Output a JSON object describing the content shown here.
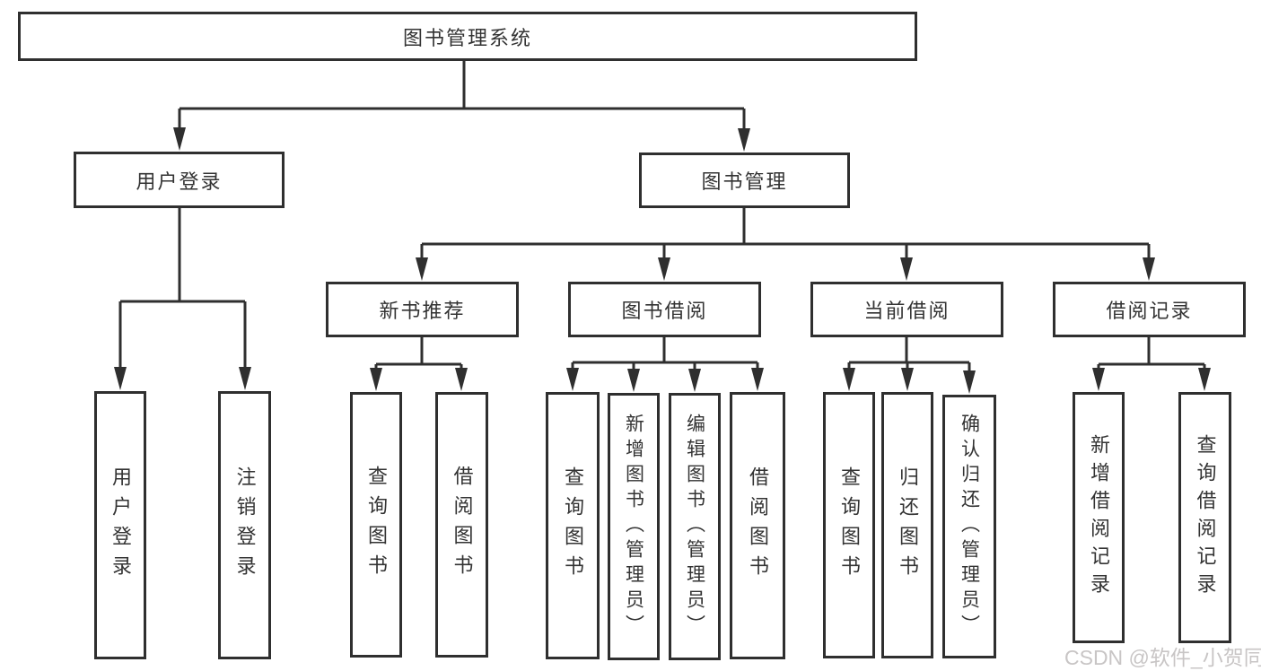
{
  "diagram": {
    "root": "图书管理系统",
    "login": {
      "label": "用户登录",
      "children": [
        "用户登录",
        "注销登录"
      ]
    },
    "mgmt": {
      "label": "图书管理",
      "groups": [
        {
          "label": "新书推荐",
          "children": [
            "查询图书",
            "借阅图书"
          ]
        },
        {
          "label": "图书借阅",
          "children": [
            "查询图书",
            "新增图书（管理员）",
            "编辑图书（管理员）",
            "借阅图书"
          ]
        },
        {
          "label": "当前借阅",
          "children": [
            "查询图书",
            "归还图书",
            "确认归还（管理员）"
          ]
        },
        {
          "label": "借阅记录",
          "children": [
            "新增借阅记录",
            "查询借阅记录"
          ]
        }
      ]
    }
  },
  "watermark": "CSDN @软件_小贺同学",
  "colors": {
    "line": "#2f2f2f",
    "border": "#2f2f2f",
    "text": "#333333",
    "watermark": "#c8c5c5",
    "background": "#ffffff"
  }
}
